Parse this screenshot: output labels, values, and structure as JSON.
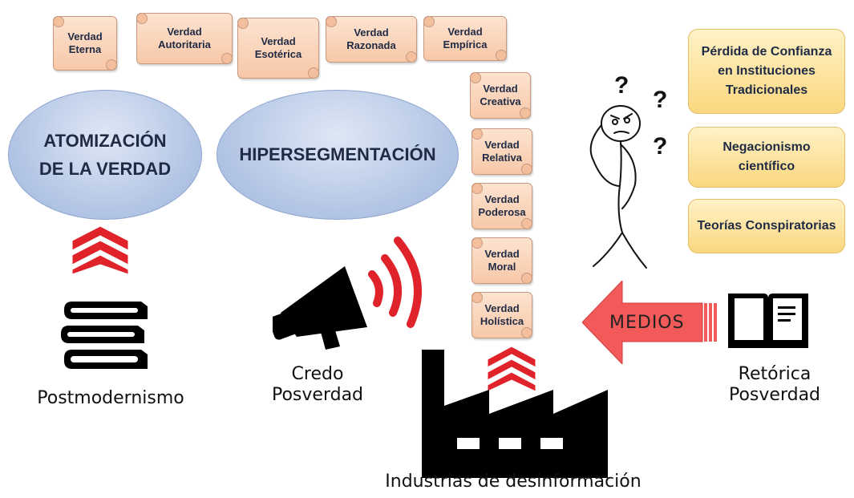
{
  "top_truths": [
    {
      "label": "Verdad\nEterna"
    },
    {
      "label": "Verdad\nAutoritaria"
    },
    {
      "label": "Verdad\nEsotérica"
    },
    {
      "label": "Verdad\nRazonada"
    },
    {
      "label": "Verdad\nEmpírica"
    }
  ],
  "column_truths": [
    {
      "label": "Verdad\nCreativa"
    },
    {
      "label": "Verdad\nRelativa"
    },
    {
      "label": "Verdad\nPoderosa"
    },
    {
      "label": "Verdad\nMoral"
    },
    {
      "label": "Verdad\nHolística"
    }
  ],
  "ellipses": {
    "left": "ATOMIZACIÓN\nDE LA VERDAD",
    "right": "HIPERSEGMENTACIÓN"
  },
  "consequences": [
    {
      "label": "Pérdida de Confianza en Instituciones Tradicionales"
    },
    {
      "label": "Negacionismo científico"
    },
    {
      "label": "Teorías Conspiratorias"
    }
  ],
  "question_marks": [
    "?",
    "?",
    "?"
  ],
  "arrow_label": "MEDIOS",
  "captions": {
    "postmodernismo": "Postmodernismo",
    "credo": "Credo\nPosverdad",
    "industrias": "Industrias de desinformación",
    "retorica": "Retórica\nPosverdad"
  },
  "colors": {
    "scroll_fill": "#f7c8a8",
    "ellipse_fill": "#b7c8e6",
    "box_fill": "#fbd77f",
    "chevron_red": "#e0232b",
    "arrow_red": "#f25a5a",
    "icon_black": "#000000"
  },
  "icons": {
    "books": "books-stack-icon",
    "megaphone": "megaphone-icon",
    "factory": "factory-icon",
    "book_open": "open-book-icon",
    "confused_person": "stick-figure-icon",
    "chevrons": "double-chevron-up-icon"
  }
}
